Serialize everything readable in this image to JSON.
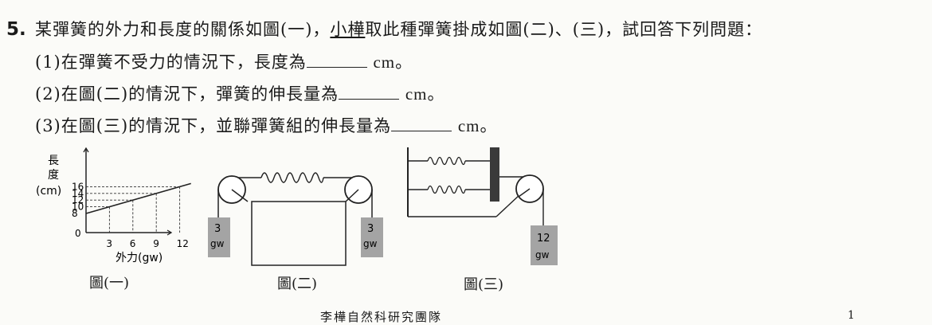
{
  "question": {
    "number": "5.",
    "stem_before": "某彈簧的外力和長度的關係如圖(一)，",
    "stem_underlined": "小樺",
    "stem_after": "取此種彈簧掛成如圖(二)、(三)，試回答下列問題：",
    "parts": [
      {
        "label": "(1)在彈簧不受力的情況下，長度為",
        "unit": "cm",
        "end": "。"
      },
      {
        "label": "(2)在圖(二)的情況下，彈簧的伸長量為",
        "unit": "cm",
        "end": "。"
      },
      {
        "label": "(3)在圖(三)的情況下，並聯彈簧組的伸長量為",
        "unit": "cm",
        "end": "。"
      }
    ]
  },
  "fig1": {
    "caption": "圖(一)",
    "y_label_1": "長",
    "y_label_2": "度",
    "y_label_3": "(cm)",
    "x_label": "外力(gw)",
    "origin_label": "0",
    "chart_data": {
      "type": "line",
      "x": [
        0,
        3,
        6,
        9,
        12
      ],
      "y": [
        8,
        10,
        12,
        14,
        16
      ],
      "x_ticks": [
        "3",
        "6",
        "9",
        "12"
      ],
      "y_ticks": [
        "8",
        "10",
        "12",
        "14",
        "16"
      ],
      "xlabel": "外力(gw)",
      "ylabel": "長度(cm)"
    }
  },
  "fig2": {
    "caption": "圖(二)",
    "left_weight": {
      "value": "3",
      "unit": "gw"
    },
    "right_weight": {
      "value": "3",
      "unit": "gw"
    }
  },
  "fig3": {
    "caption": "圖(三)",
    "weight": {
      "value": "12",
      "unit": "gw"
    }
  },
  "footer": "李樺自然科研究團隊",
  "page_number": "1"
}
